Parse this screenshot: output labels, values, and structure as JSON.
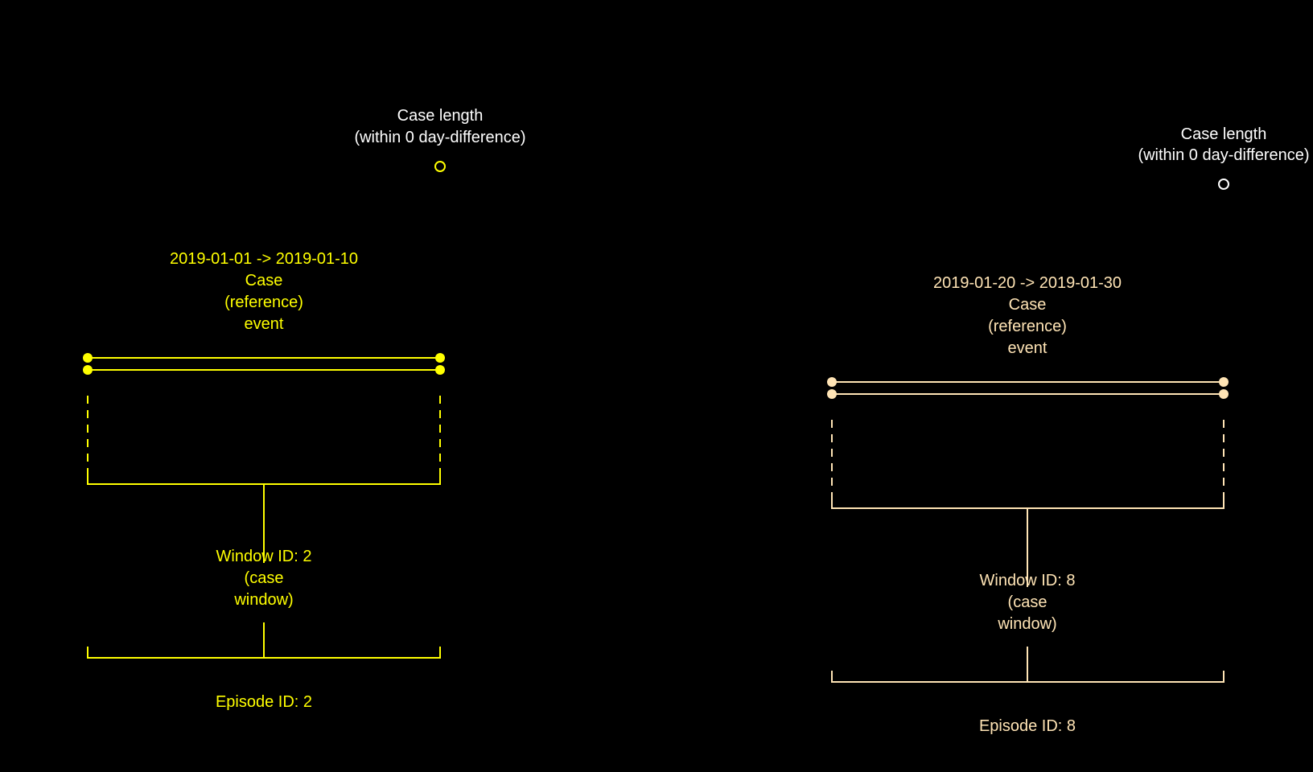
{
  "colors": {
    "background": "#000000",
    "case_length_text": "#FFFFFF",
    "group_a": "#FFFF00",
    "group_b": "#FFE4B5"
  },
  "groups": [
    {
      "id": "a",
      "case_length": {
        "line1": "Case length",
        "line2": "(within 0 day-difference)"
      },
      "event": {
        "dates": "2019-01-01 -> 2019-01-10",
        "line1": "Case",
        "line2": "(reference)",
        "line3": "event"
      },
      "window": {
        "line1": "Window ID: 2",
        "line2": "(case",
        "line3": "window)"
      },
      "episode": {
        "label": "Episode ID: 2"
      }
    },
    {
      "id": "b",
      "case_length": {
        "line1": "Case length",
        "line2": "(within 0 day-difference)"
      },
      "event": {
        "dates": "2019-01-20 -> 2019-01-30",
        "line1": "Case",
        "line2": "(reference)",
        "line3": "event"
      },
      "window": {
        "line1": "Window ID: 8",
        "line2": "(case",
        "line3": "window)"
      },
      "episode": {
        "label": "Episode ID: 8"
      }
    }
  ]
}
